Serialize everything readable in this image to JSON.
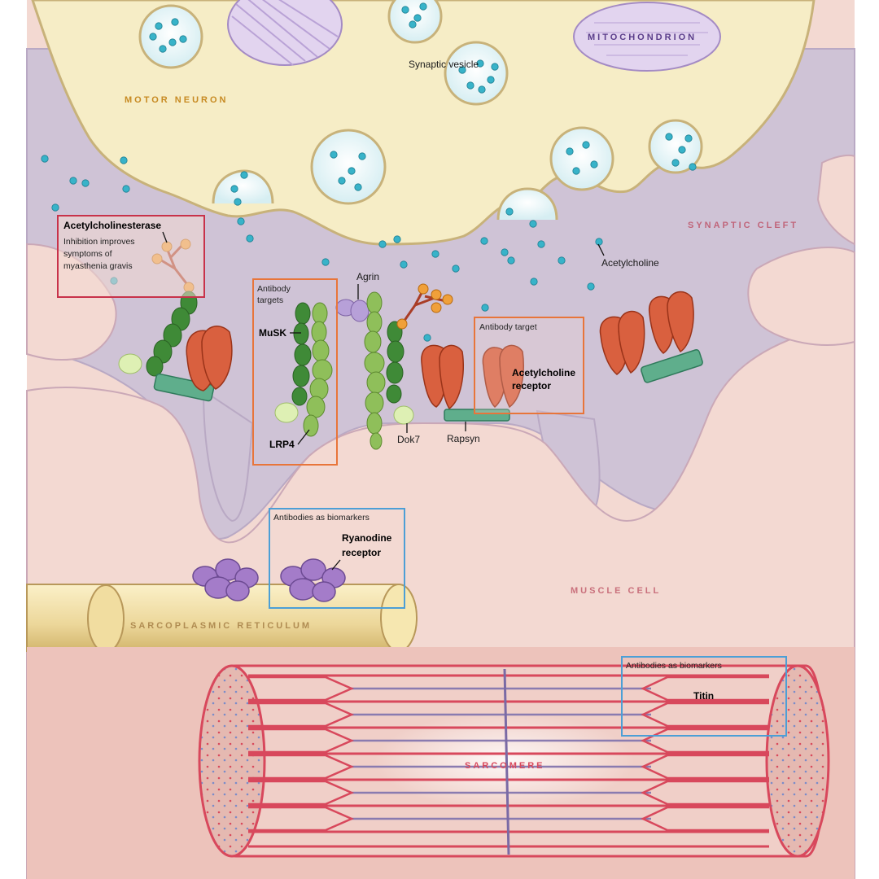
{
  "regions": {
    "mitochondrion": "MITOCHONDRION",
    "motor_neuron": "MOTOR NEURON",
    "synaptic_cleft": "SYNAPTIC CLEFT",
    "muscle_cell": "MUSCLE CELL",
    "sarcoplasmic_reticulum": "SARCOPLASMIC RETICULUM",
    "sarcomere": "SARCOMERE"
  },
  "labels": {
    "synaptic_vesicle": "Synaptic vesicle",
    "acetylcholine": "Acetylcholine",
    "agrin": "Agrin",
    "musk": "MuSK",
    "lrp4": "LRP4",
    "dok7": "Dok7",
    "rapsyn": "Rapsyn"
  },
  "boxes": {
    "ache": {
      "title": "Acetylcholinesterase",
      "lines": [
        "Inhibition improves",
        "symptoms of",
        "myasthenia gravis"
      ]
    },
    "antibody_targets": {
      "lines": [
        "Antibody",
        "targets"
      ]
    },
    "antibody_target": {
      "title": "Antibody target",
      "name_lines": [
        "Acetylcholine",
        "receptor"
      ]
    },
    "ryanodine": {
      "title": "Antibodies as biomarkers",
      "name_lines": [
        "Ryanodine",
        "receptor"
      ]
    },
    "titin": {
      "title": "Antibodies as biomarkers",
      "name": "Titin"
    }
  },
  "colors": {
    "neuron": "#f6edc6",
    "cleft": "#cfc3d6",
    "muscle": "#f3d9d2",
    "receptor": "#d9603f",
    "musk": "#3f8a37",
    "lrp4": "#8fbf5a",
    "rapsyn": "#5fae8c",
    "acetylcholine": "#38b3c9",
    "ryanodine": "#a47cc9",
    "orange_box": "#e8753a",
    "red_box": "#c8324a",
    "blue_box": "#4c9fd6"
  }
}
